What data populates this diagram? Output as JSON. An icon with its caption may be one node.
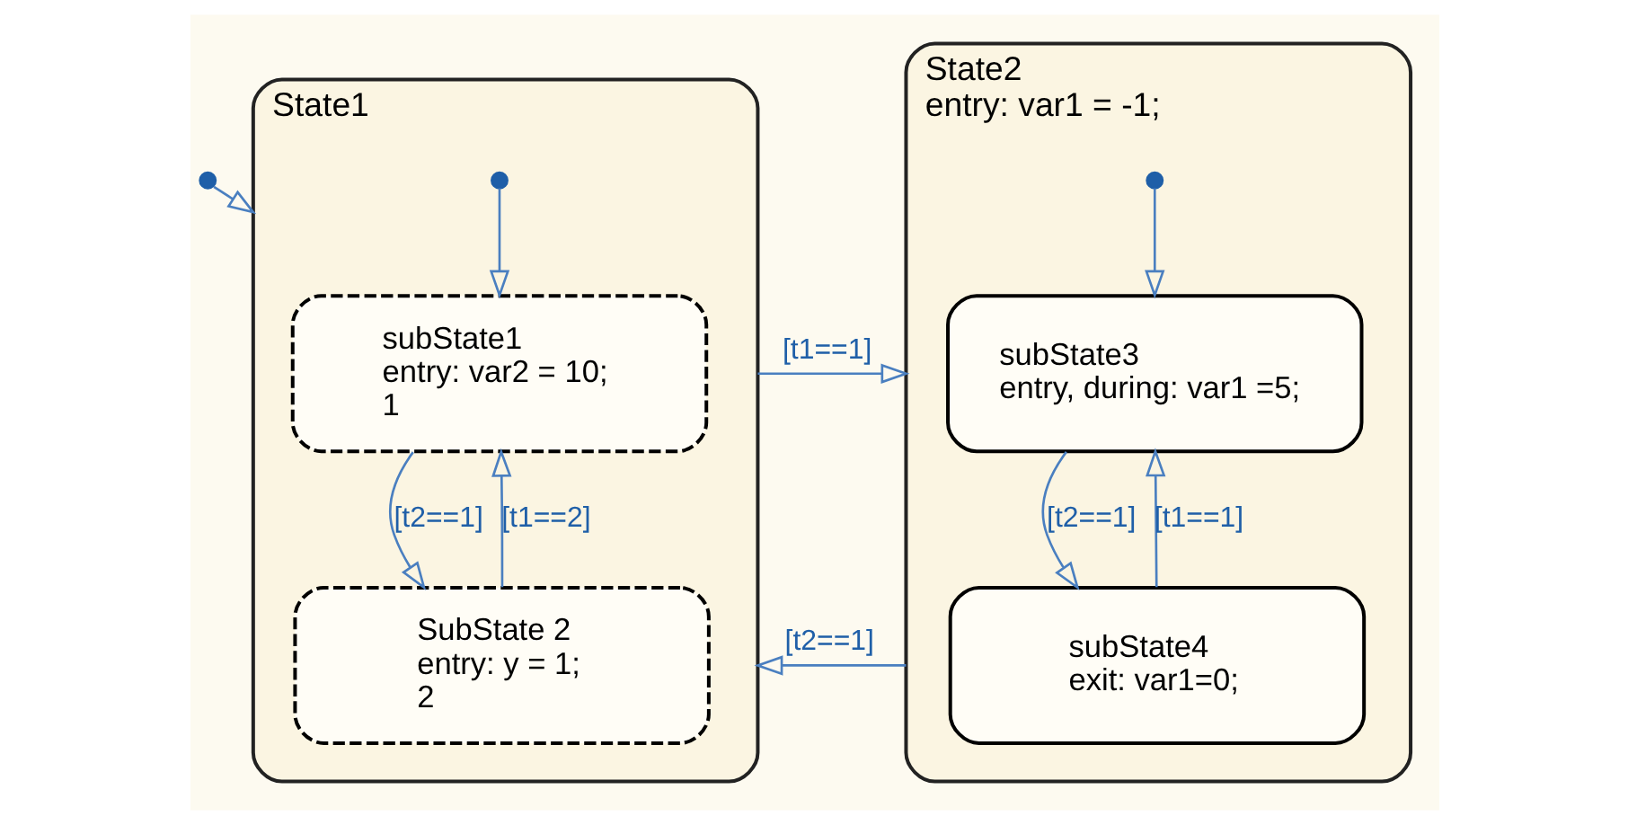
{
  "diagram": {
    "nodes": [
      {
        "text": [],
        "shape": "circle"
      },
      {
        "text": [
          "State1"
        ]
      },
      {
        "text": [],
        "shape": "circle",
        "in": 1
      },
      {
        "text": [
          "subState1",
          "entry: var2 = 10;",
          "1"
        ],
        "in": 1
      },
      {
        "text": [
          "SubState 2",
          "entry: y = 1;",
          "2"
        ],
        "in": 1
      },
      {
        "text": [
          "State2",
          "entry: var1 = -1;"
        ]
      },
      {
        "text": [],
        "shape": "circle",
        "in": 5
      },
      {
        "text": [
          "subState3",
          "entry, during: var1 =5;"
        ],
        "in": 5
      },
      {
        "text": [
          "subState4",
          "exit: var1=0;"
        ],
        "in": 5
      }
    ],
    "edges": [
      {
        "from": 0,
        "to": 1,
        "arrow": "to"
      },
      {
        "from": 2,
        "to": 3,
        "arrow": "to"
      },
      {
        "from": 3,
        "to": 4,
        "arrow": "to",
        "label": "[t2==1]"
      },
      {
        "from": 4,
        "to": 3,
        "arrow": "to",
        "label": "[t1==2]"
      },
      {
        "from": 1,
        "to": 5,
        "arrow": "to",
        "label": "[t1==1]"
      },
      {
        "from": 5,
        "to": 1,
        "arrow": "to",
        "label": "[t2==1]"
      },
      {
        "from": 6,
        "to": 7,
        "arrow": "to"
      },
      {
        "from": 7,
        "to": 8,
        "arrow": "to",
        "label": "[t2==1]"
      },
      {
        "from": 8,
        "to": 7,
        "arrow": "to",
        "label": "[t1==1]"
      }
    ]
  }
}
